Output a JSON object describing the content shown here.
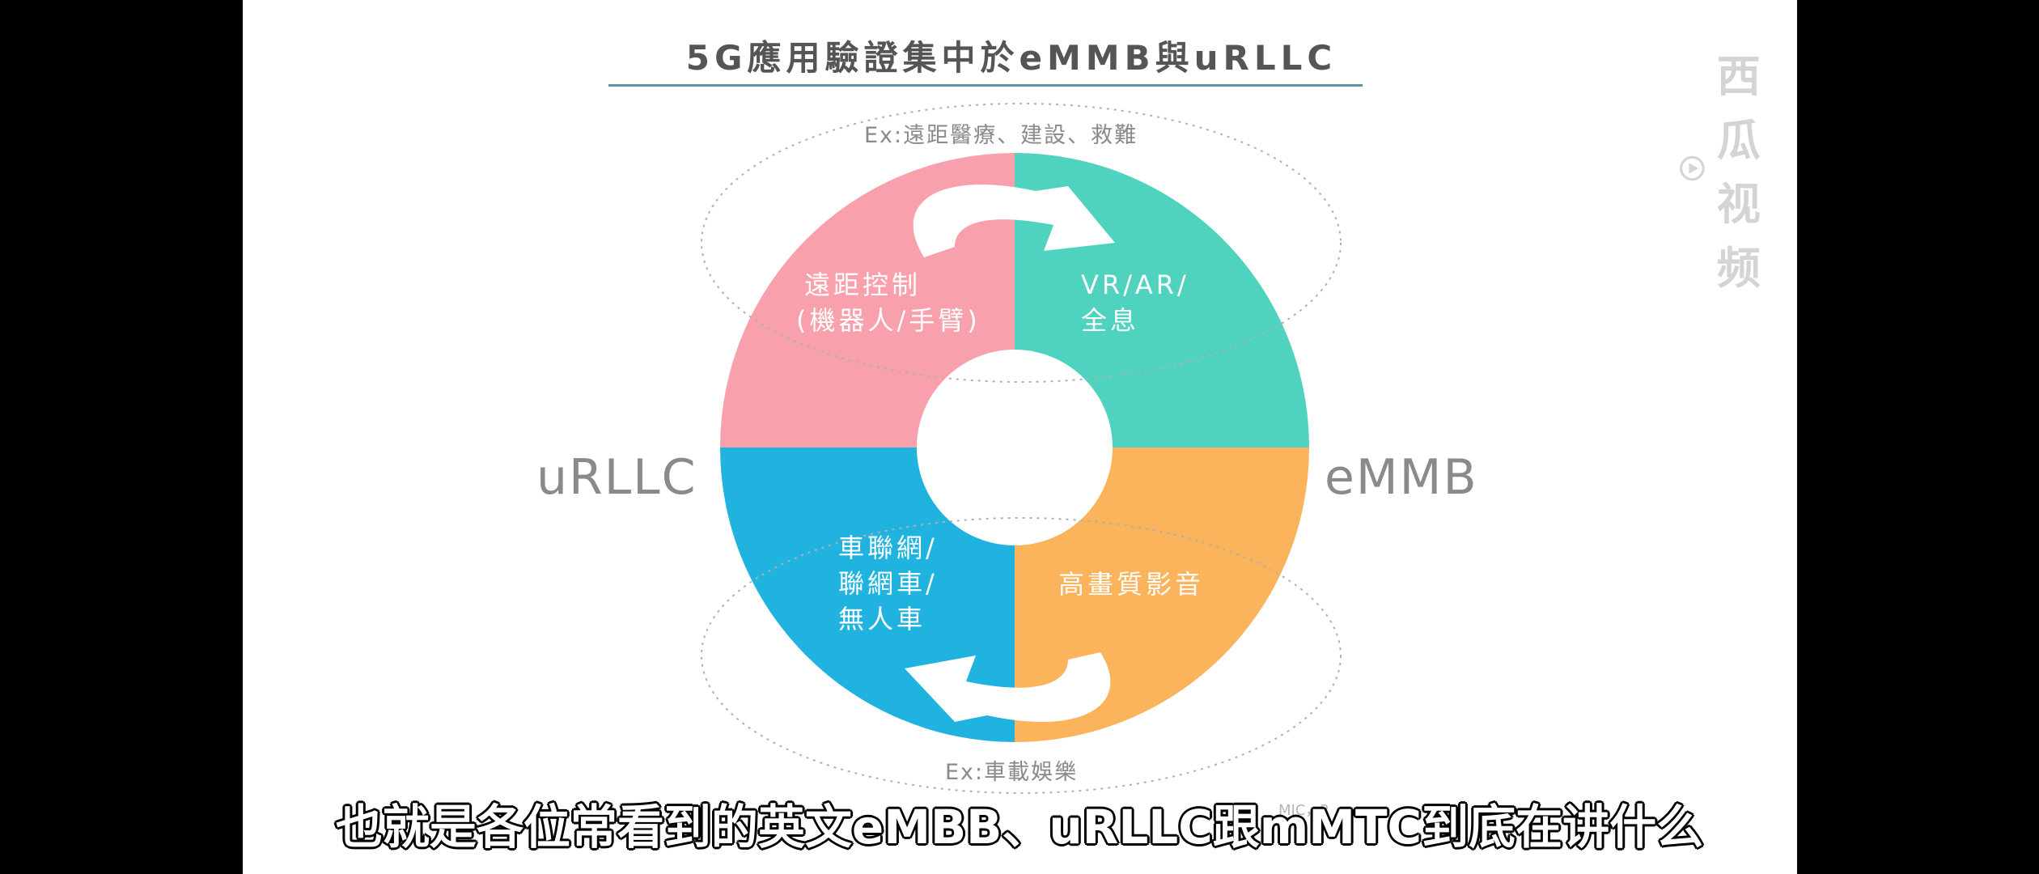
{
  "slide": {
    "title": "5G應用驗證集中於eMMB與uRLLC",
    "left_label": "uRLLC",
    "right_label": "eMMB",
    "top_example": "Ex:遠距醫療、建設、救難",
    "bottom_example": "Ex:車載娛樂",
    "source_partial": "MIC，2"
  },
  "diagram": {
    "quadrants": [
      {
        "id": "top-left",
        "lines": [
          "遠距控制",
          "(機器人/手臂)"
        ],
        "color": "#f8a0ab"
      },
      {
        "id": "top-right",
        "lines": [
          "VR/AR/",
          "全息"
        ],
        "color": "#4fd3be"
      },
      {
        "id": "bottom-right",
        "lines": [
          "高畫質影音"
        ],
        "color": "#fbb35c"
      },
      {
        "id": "bottom-left",
        "lines": [
          "車聯網/",
          "聯網車/",
          "無人車"
        ],
        "color": "#20b3e0"
      }
    ]
  },
  "watermark": {
    "text": "西瓜视频",
    "icon": "xigua-play-icon"
  },
  "subtitle": {
    "text": "也就是各位常看到的英文eMBB、uRLLC跟mMTC到底在讲什么"
  }
}
